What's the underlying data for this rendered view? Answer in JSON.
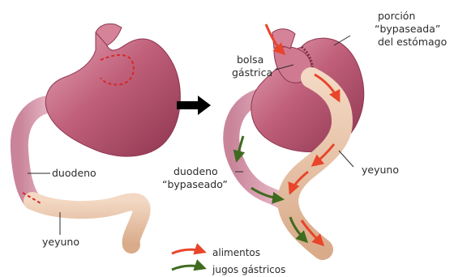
{
  "labels": {
    "left_duodeno": "duodeno",
    "left_yeyuno": "yeyuno",
    "bolsa_line1": "bolsa",
    "bolsa_line2": "gástrica",
    "porcion_line1": "porción",
    "porcion_line2": "“bypaseada”",
    "porcion_line3": "del estómago",
    "right_duodeno_line1": "duodeno",
    "right_duodeno_line2": "“bypaseado”",
    "right_yeyuno": "yeyuno"
  },
  "legend": {
    "items": [
      {
        "label": "alimentos",
        "color": "#e8452a"
      },
      {
        "label": "jugos gástricos",
        "color": "#3f6b1f"
      }
    ]
  },
  "colors": {
    "stomach": "#b8566e",
    "stomach_dark": "#8e3550",
    "stomach_light": "#e7a9b7",
    "intestine": "#e8c4a6",
    "intestine_edge": "#c99a7a",
    "duodenum": "#d9a1b3",
    "cut_line": "#d42a2a",
    "arrow_food": "#e8452a",
    "arrow_juice": "#3f6b1f",
    "transition_arrow": "#000000"
  }
}
